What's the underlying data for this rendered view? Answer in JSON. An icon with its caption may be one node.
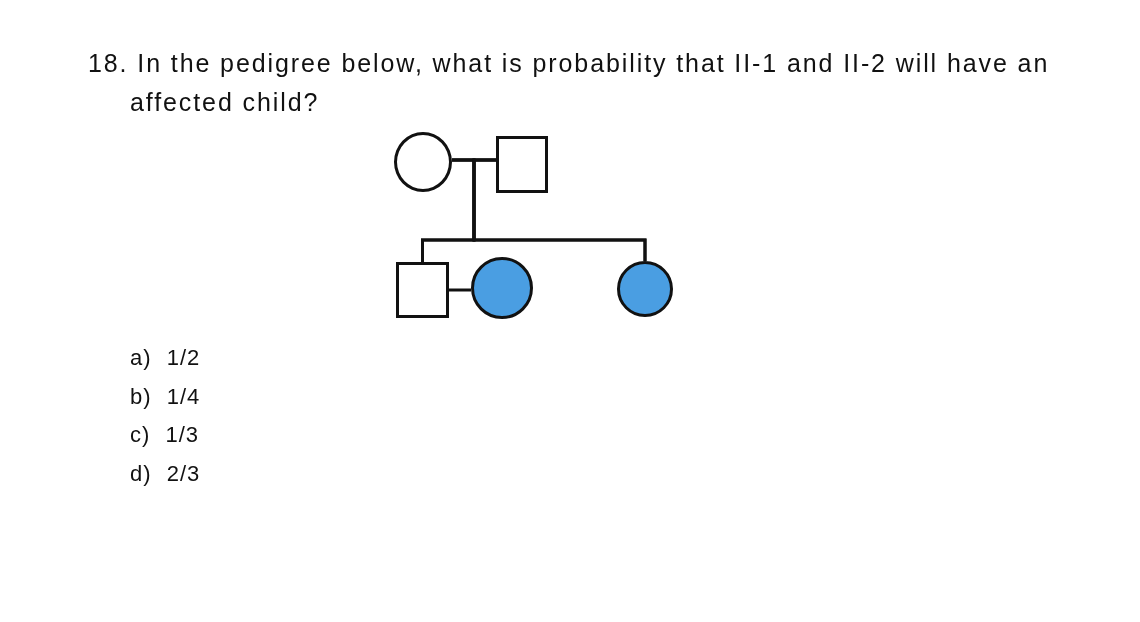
{
  "diagram": {
    "title": "18. In the pedigree below, what is probability that II-1 and II-2 will have an affected child?",
    "nodes": [
      {
        "text": [],
        "shape": "circle"
      },
      {
        "text": [],
        "shape": "box"
      },
      {
        "text": [],
        "shape": "box"
      },
      {
        "text": [],
        "shape": "circle"
      },
      {
        "text": [],
        "shape": "circle"
      }
    ],
    "edges": [
      {
        "from": 0,
        "to": 1,
        "arrow": "none"
      },
      {
        "from": 0,
        "to": 2,
        "arrow": "none"
      },
      {
        "from": 1,
        "to": 2,
        "arrow": "none"
      },
      {
        "from": 0,
        "to": 4,
        "arrow": "none"
      },
      {
        "from": 1,
        "to": 4,
        "arrow": "none"
      },
      {
        "from": 2,
        "to": 3,
        "arrow": "none"
      }
    ],
    "labels": [
      "a) 1/2",
      "b) 1/4",
      "c) 1/3",
      "d) 2/3"
    ]
  }
}
